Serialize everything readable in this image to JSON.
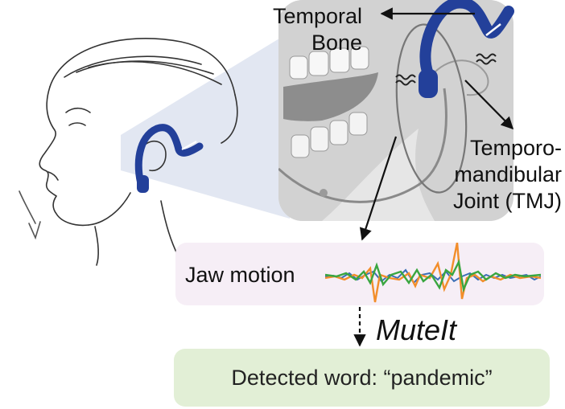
{
  "labels": {
    "temporal_bone": [
      "Temporal",
      "Bone"
    ],
    "tmj": [
      "Temporo-",
      "mandibular",
      "Joint (TMJ)"
    ],
    "jaw_motion": "Jaw motion",
    "system_name": "MuteIt",
    "detected_word": "Detected word: “pandemic”"
  },
  "icons": [
    "head-illustration",
    "earable-device",
    "vibration-icon",
    "jaw-skull-illustration",
    "motion-signal"
  ],
  "colors": {
    "device_blue": "#23409a",
    "signal_blue": "#3c6fb6",
    "signal_orange": "#f28e2b",
    "signal_green": "#3aa640",
    "jaw_box_bg": "#f6eef6",
    "result_box_bg": "#e2efd6",
    "callout_bg": "#dde3f0"
  }
}
